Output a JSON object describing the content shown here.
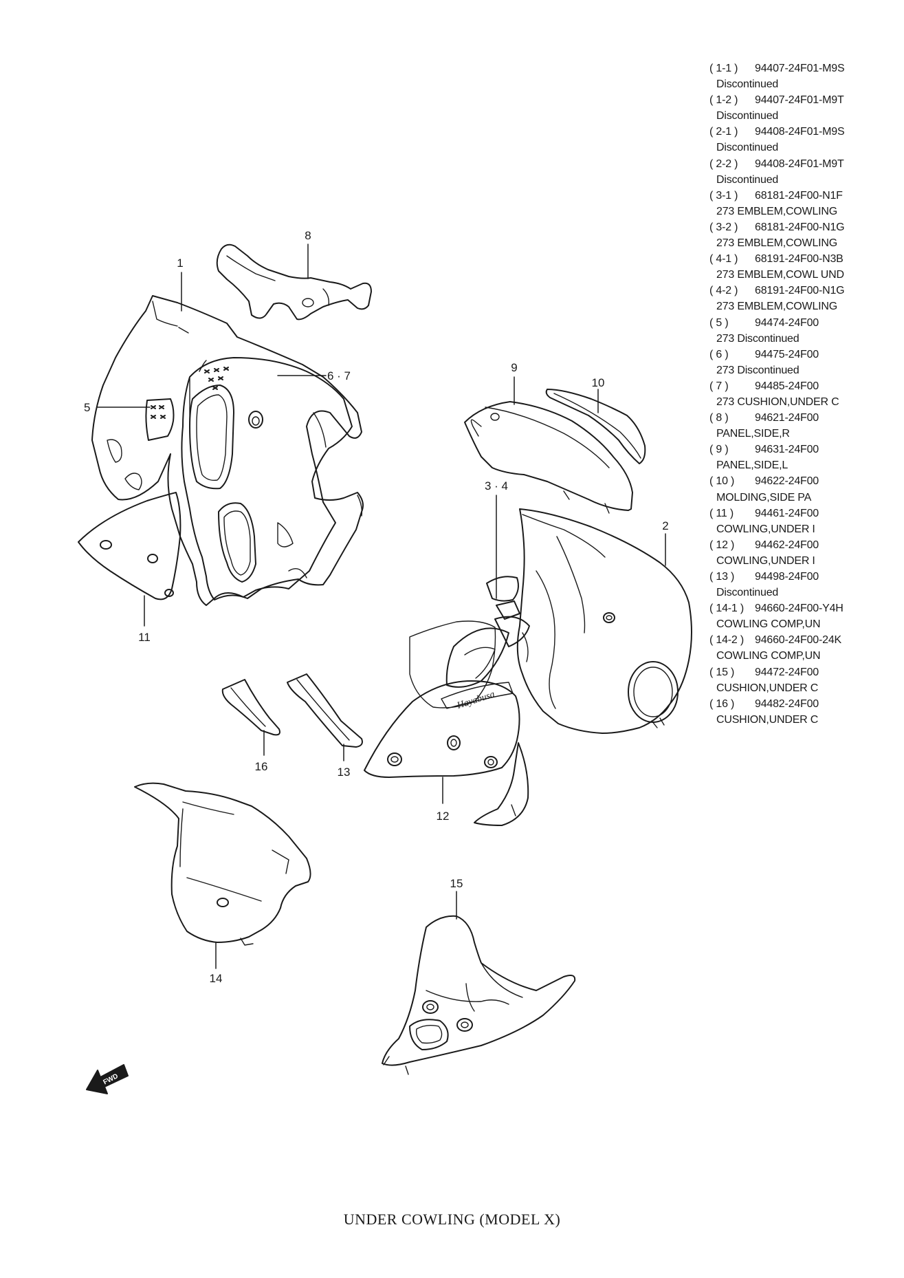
{
  "diagram": {
    "callouts": [
      "1",
      "2",
      "3 · 4",
      "5",
      "6 · 7",
      "8",
      "9",
      "10",
      "11",
      "12",
      "13",
      "14",
      "15",
      "16"
    ],
    "logo_text": "Hayabusa",
    "fwd_text": "FWD"
  },
  "parts": [
    {
      "key": "( 1-1 )",
      "number": "94407-24F01-M9S",
      "desc": "Discontinued"
    },
    {
      "key": "( 1-2 )",
      "number": "94407-24F01-M9T",
      "desc": "Discontinued"
    },
    {
      "key": "( 2-1 )",
      "number": "94408-24F01-M9S",
      "desc": "Discontinued"
    },
    {
      "key": "( 2-2 )",
      "number": "94408-24F01-M9T",
      "desc": "Discontinued"
    },
    {
      "key": "( 3-1 )",
      "number": "68181-24F00-N1F",
      "desc": "273 EMBLEM,COWLING"
    },
    {
      "key": "( 3-2 )",
      "number": "68181-24F00-N1G",
      "desc": "273 EMBLEM,COWLING"
    },
    {
      "key": "( 4-1 )",
      "number": "68191-24F00-N3B",
      "desc": "273 EMBLEM,COWL UND"
    },
    {
      "key": "( 4-2 )",
      "number": "68191-24F00-N1G",
      "desc": "273 EMBLEM,COWLING"
    },
    {
      "key": "( 5 )",
      "number": "94474-24F00",
      "desc": "273 Discontinued"
    },
    {
      "key": "( 6 )",
      "number": "94475-24F00",
      "desc": "273 Discontinued"
    },
    {
      "key": "( 7 )",
      "number": "94485-24F00",
      "desc": "273 CUSHION,UNDER C"
    },
    {
      "key": "( 8 )",
      "number": "94621-24F00",
      "desc": "PANEL,SIDE,R"
    },
    {
      "key": "( 9 )",
      "number": "94631-24F00",
      "desc": "PANEL,SIDE,L"
    },
    {
      "key": "( 10 )",
      "number": "94622-24F00",
      "desc": "MOLDING,SIDE PA"
    },
    {
      "key": "( 11 )",
      "number": "94461-24F00",
      "desc": "COWLING,UNDER I"
    },
    {
      "key": "( 12 )",
      "number": "94462-24F00",
      "desc": "COWLING,UNDER I"
    },
    {
      "key": "( 13 )",
      "number": "94498-24F00",
      "desc": "Discontinued"
    },
    {
      "key": "( 14-1 )",
      "number": "94660-24F00-Y4H",
      "desc": "COWLING COMP,UN"
    },
    {
      "key": "( 14-2 )",
      "number": "94660-24F00-24K",
      "desc": "COWLING COMP,UN"
    },
    {
      "key": "( 15 )",
      "number": "94472-24F00",
      "desc": "CUSHION,UNDER C"
    },
    {
      "key": "( 16 )",
      "number": "94482-24F00",
      "desc": "CUSHION,UNDER C"
    }
  ],
  "caption": "UNDER COWLING (MODEL X)"
}
